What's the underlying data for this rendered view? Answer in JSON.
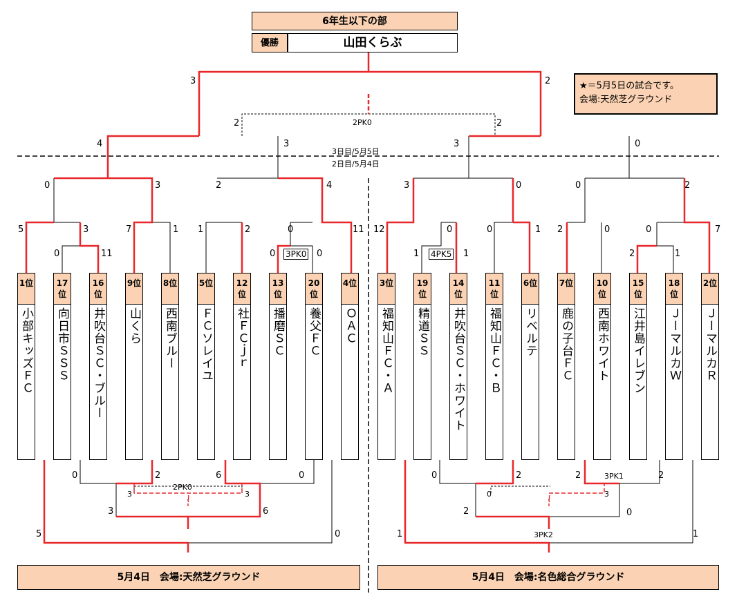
{
  "header": {
    "title": "6年生以下の部",
    "winner_label": "優勝",
    "winner": "山田くらぶ"
  },
  "note": {
    "line1": "★＝5月5日の試合です。",
    "line2": "会場:天然芝グラウンド"
  },
  "day_labels": {
    "day3": "3日目/5月5日",
    "day2": "2日目/5月4日"
  },
  "teams": [
    {
      "rank": "1位",
      "name": "小部キッズＦＣ"
    },
    {
      "rank": "17位",
      "name": "向日市ＳＳＳ"
    },
    {
      "rank": "16位",
      "name": "井吹台ＳＣ・ブルー"
    },
    {
      "rank": "9位",
      "name": "山くら"
    },
    {
      "rank": "8位",
      "name": "西南ブルー"
    },
    {
      "rank": "5位",
      "name": "ＦＣソレイユ"
    },
    {
      "rank": "12位",
      "name": "社ＦＣｊｒ"
    },
    {
      "rank": "13位",
      "name": "播磨ＳＣ"
    },
    {
      "rank": "20位",
      "name": "養父ＦＣ"
    },
    {
      "rank": "4位",
      "name": "ＯＡＣ"
    },
    {
      "rank": "3位",
      "name": "福知山ＦＣ・Ａ"
    },
    {
      "rank": "19位",
      "name": "精道ＳＳ"
    },
    {
      "rank": "14位",
      "name": "井吹台ＳＣ・ホワイト"
    },
    {
      "rank": "11位",
      "name": "福知山ＦＣ・Ｂ"
    },
    {
      "rank": "6位",
      "name": "リベルテ"
    },
    {
      "rank": "7位",
      "name": "鹿の子台ＦＣ"
    },
    {
      "rank": "10位",
      "name": "西南ホワイト"
    },
    {
      "rank": "15位",
      "name": "江井島イレブン"
    },
    {
      "rank": "18位",
      "name": "ＪーマルカＷ"
    },
    {
      "rank": "2位",
      "name": "ＪーマルカＲ"
    }
  ],
  "scores": {
    "final_left": "3",
    "final_right": "2",
    "third_left": "2",
    "third_pk": "2PK0",
    "third_right": "2",
    "sf_l_left": "4",
    "sf_l_right": "3",
    "sf_r_left": "3",
    "sf_r_right": "0",
    "qf1_left": "0",
    "qf1_right": "3",
    "qf2_left": "2",
    "qf2_right": "4",
    "qf3_left": "3",
    "qf3_right": "0",
    "qf4_left": "0",
    "qf4_right": "2",
    "r2_1_left": "5",
    "r2_1_right": "3",
    "r2_2_left": "7",
    "r2_2_right": "1",
    "r2_3_left": "1",
    "r2_3_right": "2",
    "r2_4_left": "0",
    "r2_4_right": "11",
    "r2_5_left": "12",
    "r2_5_right": "0",
    "r2_6_left": "0",
    "r2_6_right": "1",
    "r2_7_left": "2",
    "r2_7_right": "0",
    "r2_8_left": "0",
    "r2_8_right": "7",
    "r1_1_left": "0",
    "r1_1_right": "11",
    "r1_2_left": "0",
    "r1_2_pk": "3PK0",
    "r1_2_right": "0",
    "r1_3_left": "1",
    "r1_3_pk": "4PK5",
    "r1_3_right": "1",
    "r1_4_left": "2",
    "r1_4_right": "1",
    "lb_l1_left": "0",
    "lb_l1_right": "2",
    "lb_l2_left": "6",
    "lb_l2_right": "0",
    "lb_l3_left": "3",
    "lb_l3_pk": "2PK0",
    "lb_l3_right": "3",
    "lb_l4_left": "3",
    "lb_l4_right": "6",
    "lb_l5_left": "5",
    "lb_l5_right": "0",
    "lb_r1_left": "0",
    "lb_r1_right": "2",
    "lb_r2_left": "2",
    "lb_r2_pk": "3PK1",
    "lb_r2_right": "2",
    "lb_r3_left": "0",
    "lb_r3_right": "3",
    "lb_r4_left": "2",
    "lb_r4_right": "0",
    "lb_r5_left": "1",
    "lb_r5_pk": "3PK2",
    "lb_r5_right": "1"
  },
  "marks": {
    "ex1": "!",
    "ex2": "!"
  },
  "footers": {
    "left": "5月4日　会場:天然芝グラウンド",
    "right": "5月4日　会場:名色総合グラウンド"
  },
  "colors": {
    "win_line": "#e8272a",
    "lose_line": "#000000",
    "box_fill": "#fbd3b4"
  }
}
